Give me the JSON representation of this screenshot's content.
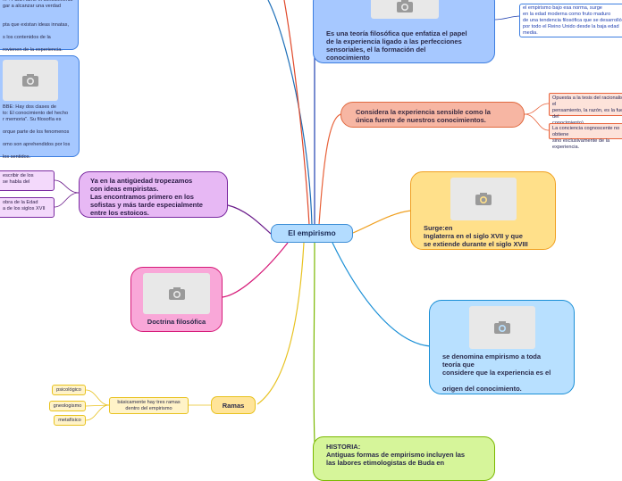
{
  "central": {
    "label": "El empirismo"
  },
  "top_right": {
    "text": "Es una teoría filosófica que enfatiza el papel\nde la experiencia ligado a las perfecciones\nsensoriales, el la formación del\nconocimiento",
    "note": "el empirismo bajo esa norma, surge\nen la edad moderna como fruto maduro\nde una tendencia filosófica que se desarrolló\n por todo el Reino Unido desde la baja edad\nmedia."
  },
  "experiencia": {
    "text": "Considera la experiencia sensible como la\núnica fuente de nuestros conocimientos.",
    "note1": "Opuesta a la tesis del racionalismo, el\npensamiento, la razón, es la fuente del\nconocimiento).",
    "note2": "La conciencia cognoscente no obtiene\nsino exclusivamente de la experiencia."
  },
  "surge": {
    "text": "Surge:en\nInglaterra en el siglo XVII y que\nse extiende durante el siglo XVIII"
  },
  "denomina": {
    "text": "se denomina empirismo a toda\nteoría que\nconsidere que la experiencia es el\n\norigen del conocimiento."
  },
  "historia": {
    "text": "HISTORIA:\nAntiguas formas de empirismo incluyen las\nlas labores etimologistas de Buda en"
  },
  "ramas": {
    "label": "Ramas",
    "sub": "básicamente hay tres ramas\ndentro del empirismo",
    "items": [
      "psicológico",
      "gneologismo",
      "metafísico"
    ]
  },
  "doctrina": {
    "label": "Doctrina filosófica"
  },
  "antiguedad": {
    "text": "Ya en la antigüedad tropezamos\n con ideas empiristas.\n Las encontramos primero en los\nsofistas y más tarde especialmente\n entre los estoicos.",
    "note1": "escribir de los\nse habla del",
    "note2": "obra de la Edad\na de los siglos XVII"
  },
  "left_top": {
    "text": "...\": Para Hume el conocimiento\ngar a alcanzar una verdad\n\n\npta que existan ideas innatas,\n\ns los contenidos de la\n\nrovienen de  la experiencia."
  },
  "left_mid": {
    "text": "BBE: Hay dos clases de\nto: El conocimiento del hecho\nr memoria\". Su filosofía es\n\norque parte de los fenomenos\n\nomo son aprehendidos por los\n\n los sentidos."
  },
  "colors": {
    "central": "#b3dcff",
    "blue": "#a6c8ff",
    "salmon": "#f7b6a3",
    "yellow": "#ffe08a",
    "lightblue": "#b8e0ff",
    "green": "#d6f59a",
    "gold": "#ffe499",
    "pink": "#f9a7d8",
    "purple": "#e7b8f4"
  }
}
